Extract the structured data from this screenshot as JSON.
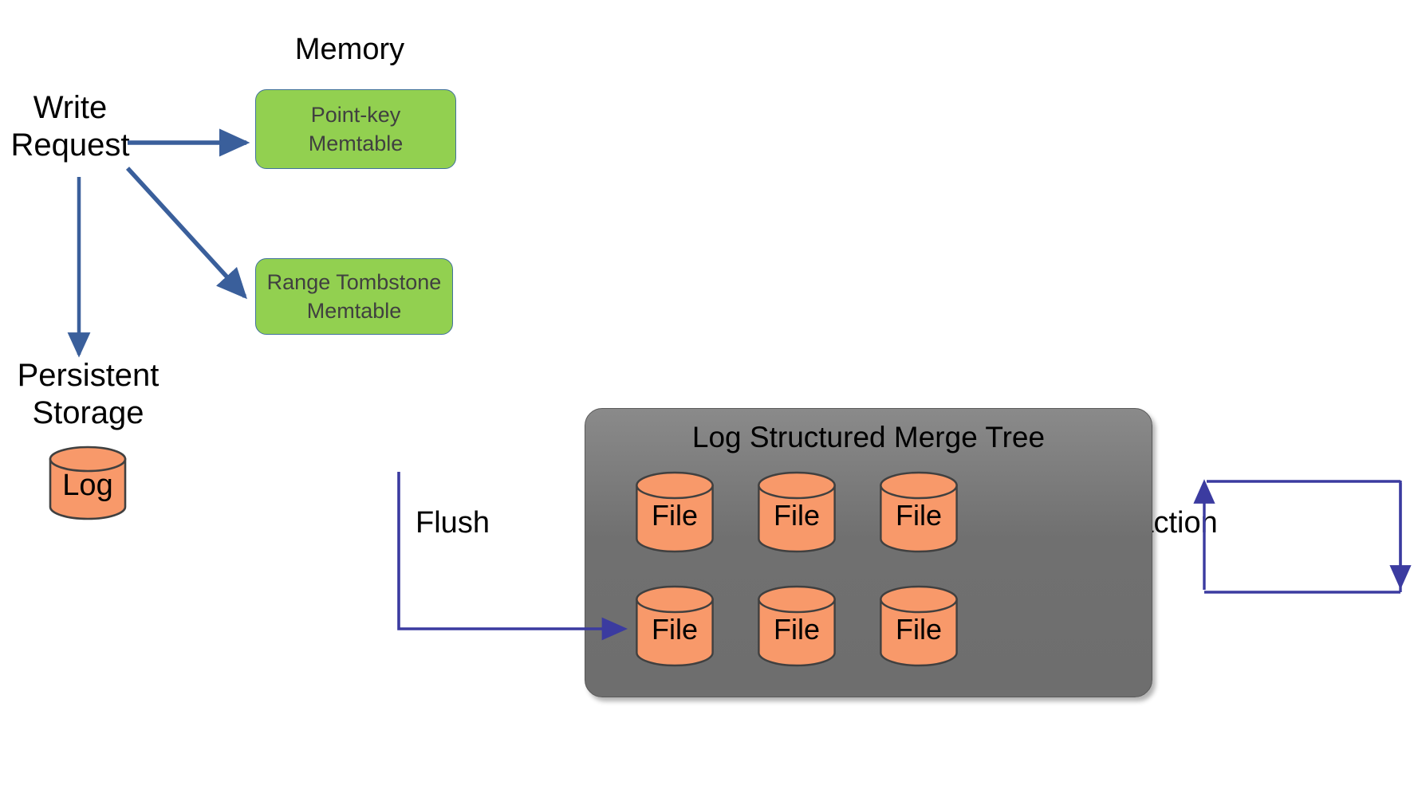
{
  "diagram": {
    "title_memory": "Memory",
    "write_request": "Write\nRequest",
    "persistent_storage": "Persistent\nStorage",
    "flush": "Flush",
    "compaction": "Compaction",
    "memtables": [
      {
        "label": "Point-key\nMemtable",
        "name": "point-key-memtable"
      },
      {
        "label": "Range Tombstone\nMemtable",
        "name": "range-tombstone-memtable"
      }
    ],
    "lsm": {
      "title": "Log Structured Merge Tree",
      "files": [
        {
          "label": "File"
        },
        {
          "label": "File"
        },
        {
          "label": "File"
        },
        {
          "label": "File"
        },
        {
          "label": "File"
        },
        {
          "label": "File"
        }
      ]
    },
    "log_store": {
      "label": "Log"
    },
    "colors": {
      "memtable_fill": "#92D050",
      "memtable_border": "#41719C",
      "memtable_text": "#404040",
      "cylinder_fill": "#F8996A",
      "cylinder_border": "#404040",
      "lsm_fill": "#707070",
      "arrow_blue_thick": "#3A5F9B",
      "arrow_blue_thin": "#3B3BA0",
      "text": "#000000",
      "background": "#FFFFFF"
    }
  }
}
